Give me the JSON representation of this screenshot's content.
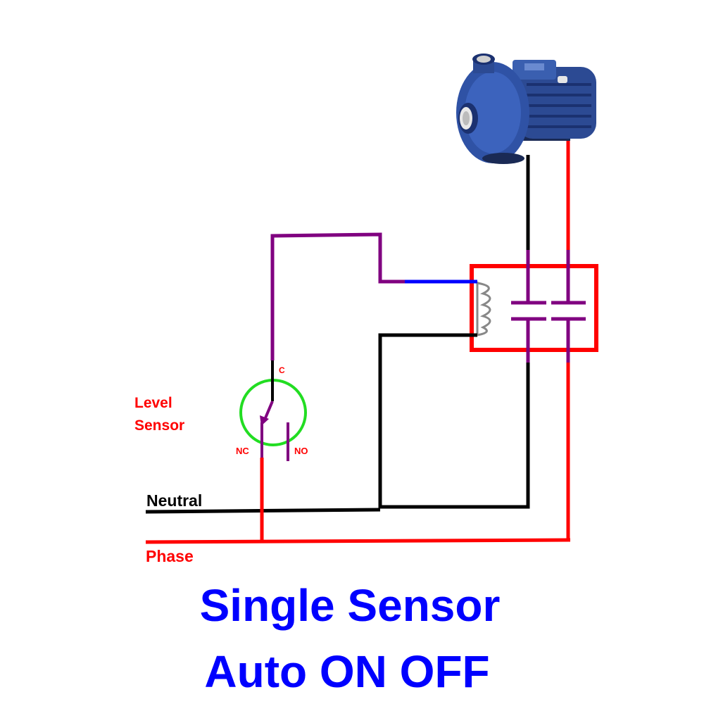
{
  "title": {
    "line1": "Single Sensor",
    "line2": "Auto ON OFF"
  },
  "labels": {
    "level_sensor_line1": "Level",
    "level_sensor_line2": "Sensor",
    "common": "C",
    "normally_closed": "NC",
    "normally_open": "NO",
    "neutral": "Neutral",
    "phase": "Phase"
  },
  "colors": {
    "phase_wire": "#ff0000",
    "neutral_wire": "#000000",
    "control_wire": "#800080",
    "coil_wire": "#0000ff",
    "sensor_ring": "#22dd22",
    "contactor_box": "#ff0000",
    "title_text": "#0000ff",
    "label_text": "#ff0000"
  },
  "icons": {
    "pump": "water-pump-icon",
    "coil": "relay-coil-icon",
    "sensor": "level-sensor-icon"
  }
}
